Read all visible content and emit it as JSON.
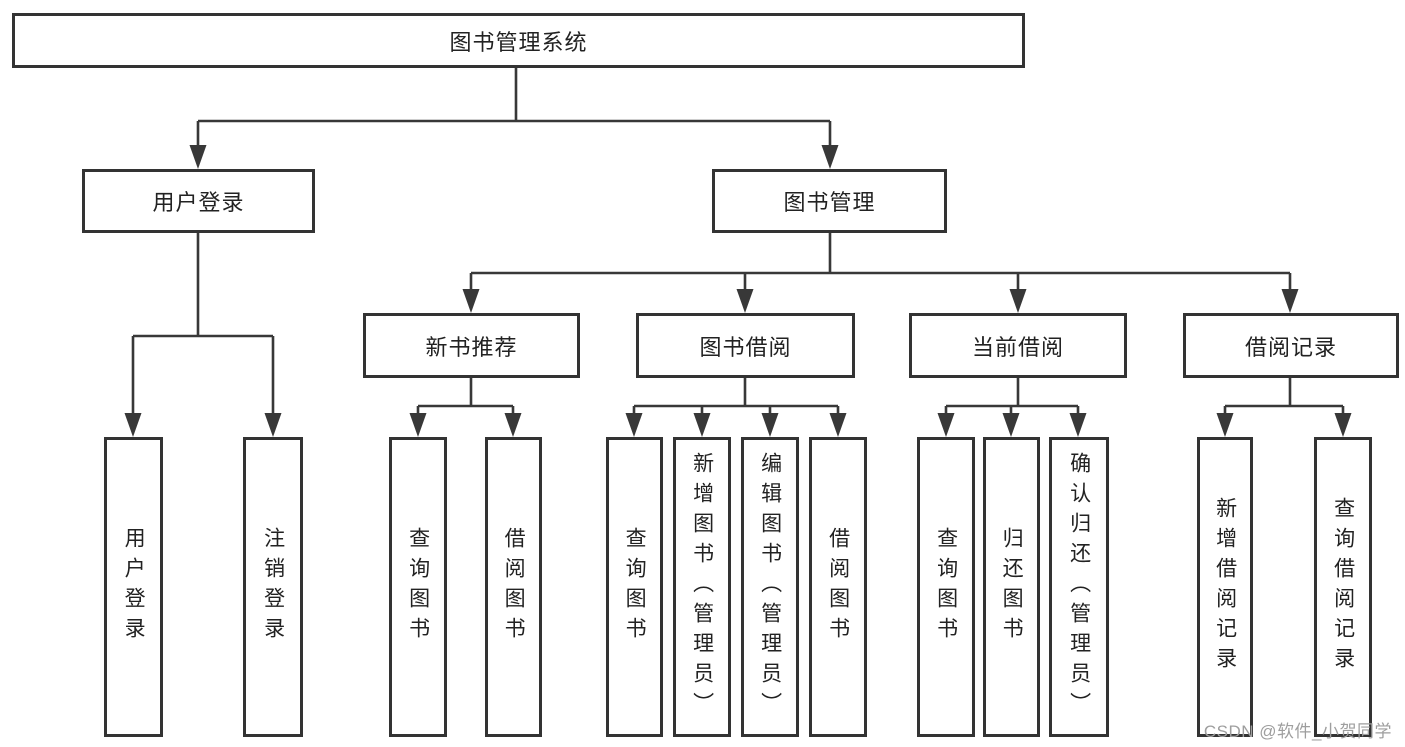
{
  "tree": {
    "label": "图书管理系统",
    "children": [
      {
        "label": "用户登录",
        "children": [
          {
            "label": "用户登录"
          },
          {
            "label": "注销登录"
          }
        ]
      },
      {
        "label": "图书管理",
        "children": [
          {
            "label": "新书推荐",
            "children": [
              {
                "label": "查询图书"
              },
              {
                "label": "借阅图书"
              }
            ]
          },
          {
            "label": "图书借阅",
            "children": [
              {
                "label": "查询图书"
              },
              {
                "label": "新增图书（管理员）"
              },
              {
                "label": "编辑图书（管理员）"
              },
              {
                "label": "借阅图书"
              }
            ]
          },
          {
            "label": "当前借阅",
            "children": [
              {
                "label": "查询图书"
              },
              {
                "label": "归还图书"
              },
              {
                "label": "确认归还（管理员）"
              }
            ]
          },
          {
            "label": "借阅记录",
            "children": [
              {
                "label": "新增借阅记录"
              },
              {
                "label": "查询借阅记录"
              }
            ]
          }
        ]
      }
    ]
  },
  "watermark": {
    "text": "CSDN @软件_小贺同学"
  },
  "colors": {
    "background": "#ffffff",
    "box_border": "#333333",
    "connector_line": "#383838",
    "node_text": "#222222",
    "watermark_text": "#9e9e9e"
  }
}
